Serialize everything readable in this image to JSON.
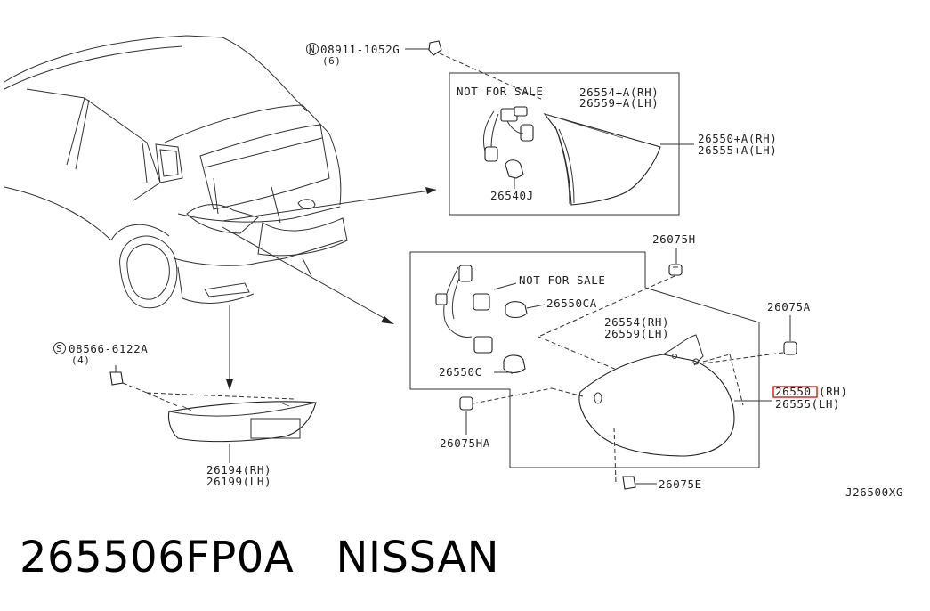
{
  "labels": {
    "bolt_top": "08911-1052G",
    "bolt_top_qty": "(6)",
    "bolt_left": "08566-6122A",
    "bolt_left_qty": "(4)",
    "not_for_sale_1": "NOT FOR SALE",
    "not_for_sale_2": "NOT FOR SALE",
    "part_26554a": "26554+A(RH)",
    "part_26559a": "26559+A(LH)",
    "part_26550a": "26550+A(RH)",
    "part_26555a": "26555+A(LH)",
    "part_26540j": "26540J",
    "part_26075h": "26075H",
    "part_26550ca": "26550CA",
    "part_26554": "26554(RH)",
    "part_26559": "26559(LH)",
    "part_26075a": "26075A",
    "part_26550c": "26550C",
    "part_26550_num": "26550",
    "part_26550_side": "(RH)",
    "part_26555": "26555(LH)",
    "part_26075ha": "26075HA",
    "part_26075e": "26075E",
    "part_26194": "26194(RH)",
    "part_26199": "26199(LH)",
    "diagram_code": "J26500XG"
  },
  "caption": {
    "part_number": "265506FP0A",
    "brand": "NISSAN"
  },
  "colors": {
    "highlight": "#e01010",
    "line": "#333333"
  }
}
